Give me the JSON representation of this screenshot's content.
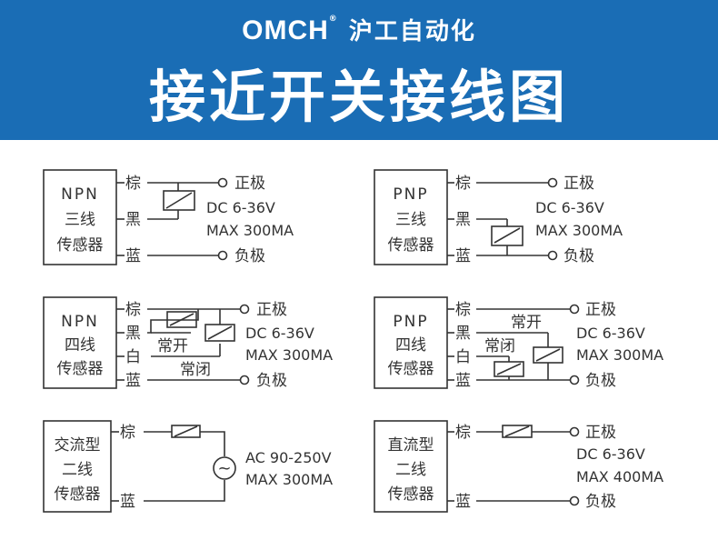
{
  "header": {
    "logo_text": "OMCH",
    "registered_mark": "®",
    "company_name": "沪工自动化",
    "title": "接近开关接线图",
    "bg_color": "#1a6db5"
  },
  "diagrams": {
    "npn3": {
      "box": [
        "NPN",
        "三线",
        "传感器"
      ],
      "wire_brown": "棕",
      "wire_black": "黑",
      "wire_blue": "蓝",
      "pos": "正极",
      "neg": "负极",
      "spec_voltage": "DC 6-36V",
      "spec_current": "MAX 300MA"
    },
    "pnp3": {
      "box": [
        "PNP",
        "三线",
        "传感器"
      ],
      "wire_brown": "棕",
      "wire_black": "黑",
      "wire_blue": "蓝",
      "pos": "正极",
      "neg": "负极",
      "spec_voltage": "DC 6-36V",
      "spec_current": "MAX 300MA"
    },
    "npn4": {
      "box": [
        "NPN",
        "四线",
        "传感器"
      ],
      "wire_brown": "棕",
      "wire_black": "黑",
      "wire_white": "白",
      "wire_blue": "蓝",
      "pos": "正极",
      "neg": "负极",
      "no": "常开",
      "nc": "常闭",
      "spec_voltage": "DC 6-36V",
      "spec_current": "MAX 300MA"
    },
    "pnp4": {
      "box": [
        "PNP",
        "四线",
        "传感器"
      ],
      "wire_brown": "棕",
      "wire_black": "黑",
      "wire_white": "白",
      "wire_blue": "蓝",
      "pos": "正极",
      "neg": "负极",
      "no": "常开",
      "nc": "常闭",
      "spec_voltage": "DC 6-36V",
      "spec_current": "MAX 300MA"
    },
    "ac2": {
      "box": [
        "交流型",
        "二线",
        "传感器"
      ],
      "wire_brown": "棕",
      "wire_blue": "蓝",
      "ac_symbol": "~",
      "spec_voltage": "AC 90-250V",
      "spec_current": "MAX 300MA"
    },
    "dc2": {
      "box": [
        "直流型",
        "二线",
        "传感器"
      ],
      "wire_brown": "棕",
      "wire_blue": "蓝",
      "pos": "正极",
      "neg": "负极",
      "spec_voltage": "DC 6-36V",
      "spec_current": "MAX 400MA"
    }
  }
}
